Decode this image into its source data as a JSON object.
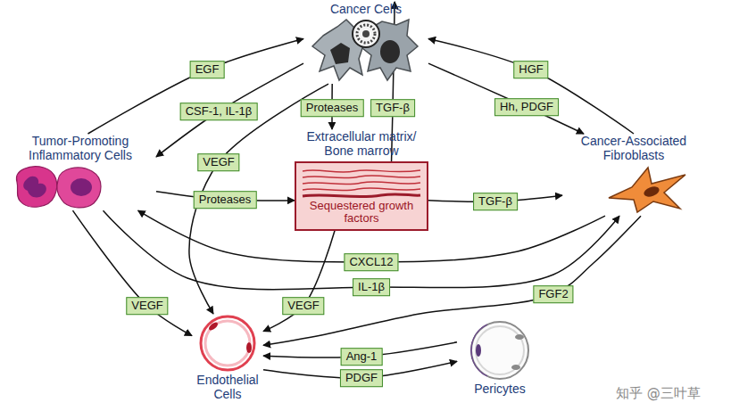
{
  "diagram": {
    "nodes": [
      {
        "text": [
          "Cancer Cells"
        ]
      },
      {
        "text": [
          "Extracellular matrix/ Bone marrow",
          "Sequestered growth factors"
        ]
      },
      {
        "text": [
          "Tumor-Promoting Inflammatory Cells"
        ]
      },
      {
        "text": [
          "Cancer-Associated Fibroblasts"
        ]
      },
      {
        "text": [
          "Endothelial Cells"
        ]
      },
      {
        "text": [
          "Pericytes"
        ]
      }
    ],
    "edges": [
      {
        "from": 2,
        "to": 0,
        "label": "EGF",
        "arrow": "to"
      },
      {
        "from": 0,
        "to": 2,
        "label": "CSF-1, IL-1β",
        "arrow": "to"
      },
      {
        "from": 0,
        "to": 4,
        "label": "VEGF",
        "arrow": "to"
      },
      {
        "from": 0,
        "to": 1,
        "label": "Proteases",
        "arrow": "to"
      },
      {
        "from": 1,
        "to": 0,
        "label": "TGF-β",
        "arrow": "to"
      },
      {
        "from": 3,
        "to": 0,
        "label": "HGF",
        "arrow": "to"
      },
      {
        "from": 0,
        "to": 3,
        "label": "Hh, PDGF",
        "arrow": "to"
      },
      {
        "from": 2,
        "to": 1,
        "label": "Proteases",
        "arrow": "to"
      },
      {
        "from": 1,
        "to": 3,
        "label": "TGF-β",
        "arrow": "to"
      },
      {
        "from": 3,
        "to": 2,
        "label": "CXCL12",
        "arrow": "to"
      },
      {
        "from": 2,
        "to": 3,
        "label": "IL-1β",
        "arrow": "to"
      },
      {
        "from": 2,
        "to": 4,
        "label": "VEGF",
        "arrow": "to"
      },
      {
        "from": 1,
        "to": 4,
        "label": "VEGF",
        "arrow": "to"
      },
      {
        "from": 3,
        "to": 4,
        "label": "FGF2",
        "arrow": "to"
      },
      {
        "from": 5,
        "to": 4,
        "label": "Ang-1",
        "arrow": "to"
      },
      {
        "from": 4,
        "to": 5,
        "label": "PDGF",
        "arrow": "to"
      }
    ],
    "labels": [
      "知乎 @三叶草"
    ]
  }
}
